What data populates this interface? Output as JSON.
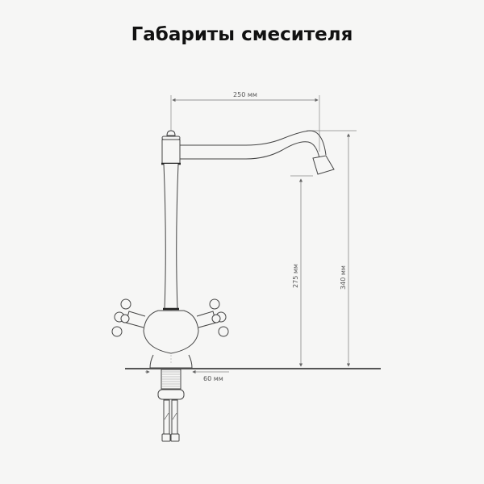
{
  "title": "Габариты смесителя",
  "dimensions": {
    "spout_reach": "250 мм",
    "spout_height": "275 мм",
    "total_height": "340 мм",
    "base_diameter": "60 мм"
  },
  "colors": {
    "background": "#f6f6f5",
    "title": "#111111",
    "line": "#444444",
    "dimension_line": "#777777",
    "countertop": "#555555"
  }
}
